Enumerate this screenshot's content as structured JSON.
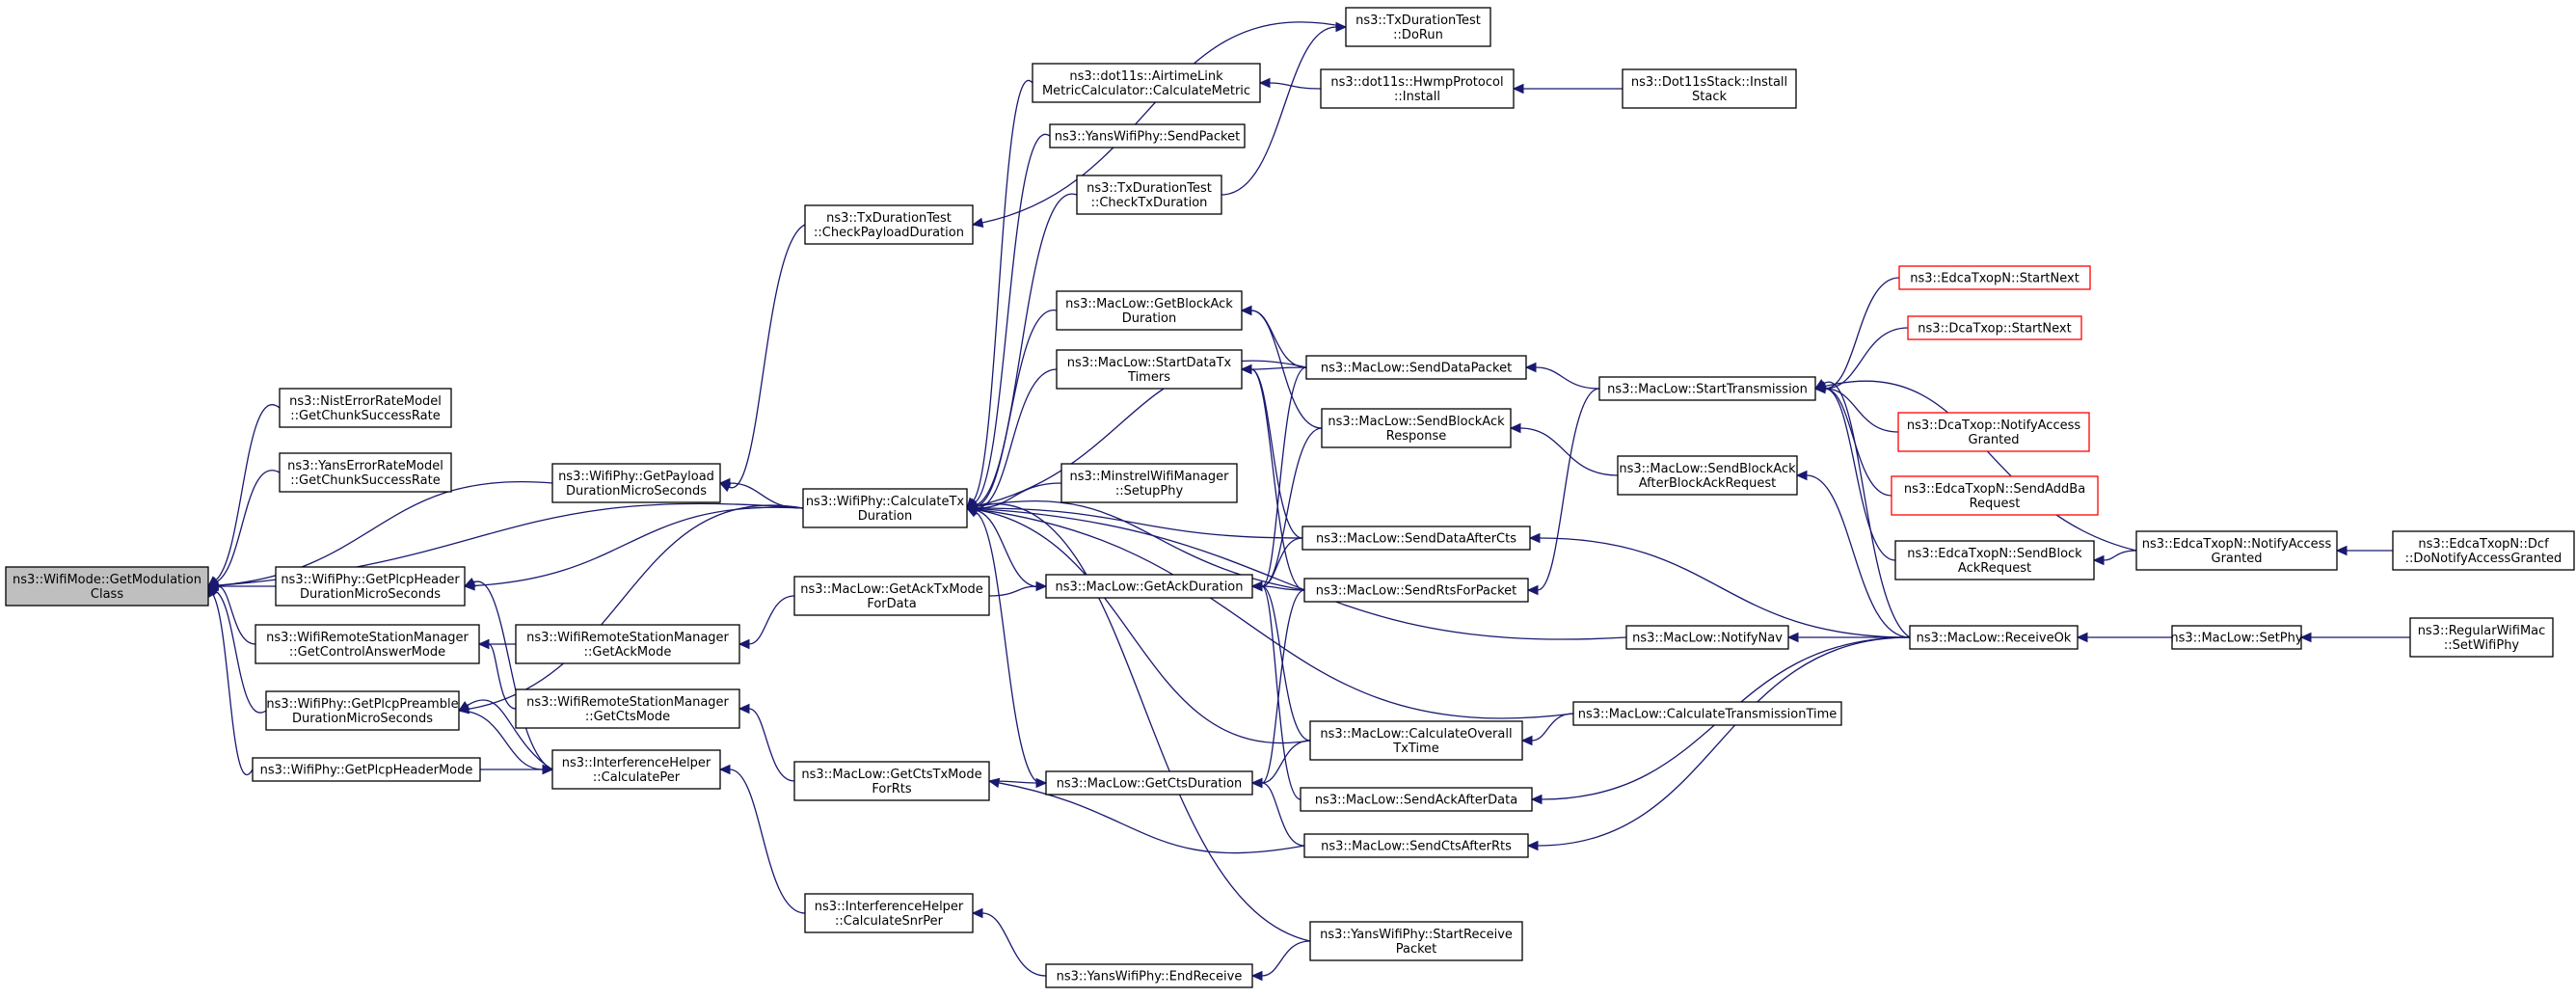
{
  "diagram": {
    "nodes": [
      {
        "id": "root",
        "lines": [
          "ns3::WifiMode::GetModulation",
          "Class"
        ]
      },
      {
        "id": "nist",
        "lines": [
          "ns3::NistErrorRateModel",
          "::GetChunkSuccessRate"
        ]
      },
      {
        "id": "yans",
        "lines": [
          "ns3::YansErrorRateModel",
          "::GetChunkSuccessRate"
        ]
      },
      {
        "id": "plcphdrdur",
        "lines": [
          "ns3::WifiPhy::GetPlcpHeader",
          "DurationMicroSeconds"
        ]
      },
      {
        "id": "ctrlans",
        "lines": [
          "ns3::WifiRemoteStationManager",
          "::GetControlAnswerMode"
        ]
      },
      {
        "id": "plcppre",
        "lines": [
          "ns3::WifiPhy::GetPlcpPreamble",
          "DurationMicroSeconds"
        ]
      },
      {
        "id": "plcphdrmode",
        "lines": [
          "ns3::WifiPhy::GetPlcpHeaderMode"
        ]
      },
      {
        "id": "payload",
        "lines": [
          "ns3::WifiPhy::GetPayload",
          "DurationMicroSeconds"
        ]
      },
      {
        "id": "ackmode",
        "lines": [
          "ns3::WifiRemoteStationManager",
          "::GetAckMode"
        ]
      },
      {
        "id": "ctsmode",
        "lines": [
          "ns3::WifiRemoteStationManager",
          "::GetCtsMode"
        ]
      },
      {
        "id": "calcper",
        "lines": [
          "ns3::InterferenceHelper",
          "::CalculatePer"
        ]
      },
      {
        "id": "chkpayload",
        "lines": [
          "ns3::TxDurationTest",
          "::CheckPayloadDuration"
        ]
      },
      {
        "id": "acktx",
        "lines": [
          "ns3::MacLow::GetAckTxMode",
          "ForData"
        ]
      },
      {
        "id": "ctstx",
        "lines": [
          "ns3::MacLow::GetCtsTxMode",
          "ForRts"
        ]
      },
      {
        "id": "snrper",
        "lines": [
          "ns3::InterferenceHelper",
          "::CalculateSnrPer"
        ]
      },
      {
        "id": "calctx",
        "lines": [
          "ns3::WifiPhy::CalculateTx",
          "Duration"
        ]
      },
      {
        "id": "airtime",
        "lines": [
          "ns3::dot11s::AirtimeLink",
          "MetricCalculator::CalculateMetric"
        ]
      },
      {
        "id": "yanssend",
        "lines": [
          "ns3::YansWifiPhy::SendPacket"
        ]
      },
      {
        "id": "chktx",
        "lines": [
          "ns3::TxDurationTest",
          "::CheckTxDuration"
        ]
      },
      {
        "id": "blockackdur",
        "lines": [
          "ns3::MacLow::GetBlockAck",
          "Duration"
        ]
      },
      {
        "id": "startdatatx",
        "lines": [
          "ns3::MacLow::StartDataTx",
          "Timers"
        ]
      },
      {
        "id": "minstrel",
        "lines": [
          "ns3::MinstrelWifiManager",
          "::SetupPhy"
        ]
      },
      {
        "id": "ackdur",
        "lines": [
          "ns3::MacLow::GetAckDuration"
        ]
      },
      {
        "id": "ctsdur",
        "lines": [
          "ns3::MacLow::GetCtsDuration"
        ]
      },
      {
        "id": "yansend",
        "lines": [
          "ns3::YansWifiPhy::EndReceive"
        ]
      },
      {
        "id": "dorun",
        "lines": [
          "ns3::TxDurationTest",
          "::DoRun"
        ]
      },
      {
        "id": "hwmp",
        "lines": [
          "ns3::dot11s::HwmpProtocol",
          "::Install"
        ]
      },
      {
        "id": "senddata",
        "lines": [
          "ns3::MacLow::SendDataPacket"
        ]
      },
      {
        "id": "sendblockack",
        "lines": [
          "ns3::MacLow::SendBlockAck",
          "Response"
        ]
      },
      {
        "id": "senddataaftercts",
        "lines": [
          "ns3::MacLow::SendDataAfterCts"
        ]
      },
      {
        "id": "sendrts",
        "lines": [
          "ns3::MacLow::SendRtsForPacket"
        ]
      },
      {
        "id": "calcoverall",
        "lines": [
          "ns3::MacLow::CalculateOverall",
          "TxTime"
        ]
      },
      {
        "id": "sendackafterdata",
        "lines": [
          "ns3::MacLow::SendAckAfterData"
        ]
      },
      {
        "id": "sendctsafterrts",
        "lines": [
          "ns3::MacLow::SendCtsAfterRts"
        ]
      },
      {
        "id": "startrecv",
        "lines": [
          "ns3::YansWifiPhy::StartReceive",
          "Packet"
        ]
      },
      {
        "id": "dot11stack",
        "lines": [
          "ns3::Dot11sStack::Install",
          "Stack"
        ]
      },
      {
        "id": "starttrans",
        "lines": [
          "ns3::MacLow::StartTransmission"
        ]
      },
      {
        "id": "sendblockackafter",
        "lines": [
          "ns3::MacLow::SendBlockAck",
          "AfterBlockAckRequest"
        ]
      },
      {
        "id": "notifynav",
        "lines": [
          "ns3::MacLow::NotifyNav"
        ]
      },
      {
        "id": "calctranstime",
        "lines": [
          "ns3::MacLow::CalculateTransmissionTime"
        ]
      },
      {
        "id": "edcastartnext",
        "lines": [
          "ns3::EdcaTxopN::StartNext"
        ]
      },
      {
        "id": "dcastartnext",
        "lines": [
          "ns3::DcaTxop::StartNext"
        ]
      },
      {
        "id": "dcanotify",
        "lines": [
          "ns3::DcaTxop::NotifyAccess",
          "Granted"
        ]
      },
      {
        "id": "edcasendaddba",
        "lines": [
          "ns3::EdcaTxopN::SendAddBa",
          "Request"
        ]
      },
      {
        "id": "edcasendblockack",
        "lines": [
          "ns3::EdcaTxopN::SendBlock",
          "AckRequest"
        ]
      },
      {
        "id": "receiveok",
        "lines": [
          "ns3::MacLow::ReceiveOk"
        ]
      },
      {
        "id": "edcanotify",
        "lines": [
          "ns3::EdcaTxopN::NotifyAccess",
          "Granted"
        ]
      },
      {
        "id": "setphy",
        "lines": [
          "ns3::MacLow::SetPhy"
        ]
      },
      {
        "id": "dcf",
        "lines": [
          "ns3::EdcaTxopN::Dcf",
          "::DoNotifyAccessGranted"
        ]
      },
      {
        "id": "regularwifimac",
        "lines": [
          "ns3::RegularWifiMac",
          "::SetWifiPhy"
        ]
      }
    ]
  }
}
